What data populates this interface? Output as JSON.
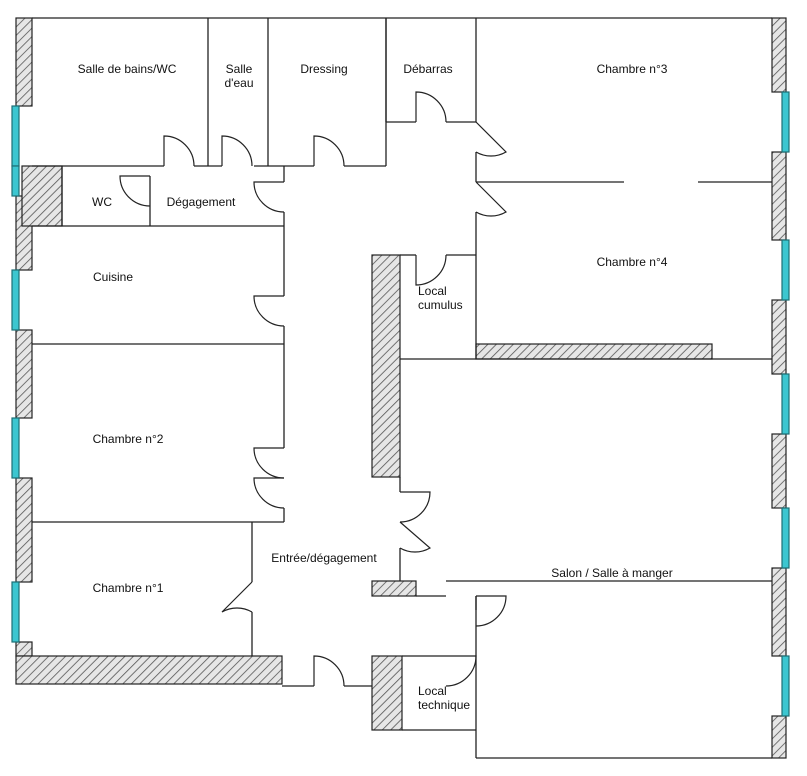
{
  "plan": {
    "rooms": {
      "bath_wc": "Salle de bains/WC",
      "shower_1": "Salle",
      "shower_2": "d'eau",
      "dressing": "Dressing",
      "debarras": "Débarras",
      "chambre3": "Chambre n°3",
      "wc": "WC",
      "degagement": "Dégagement",
      "chambre4": "Chambre n°4",
      "cuisine": "Cuisine",
      "cumulus_1": "Local",
      "cumulus_2": "cumulus",
      "chambre2": "Chambre n°2",
      "entree": "Entrée/dégagement",
      "salon": "Salon / Salle à manger",
      "chambre1": "Chambre n°1",
      "technique_1": "Local",
      "technique_2": "technique"
    }
  }
}
